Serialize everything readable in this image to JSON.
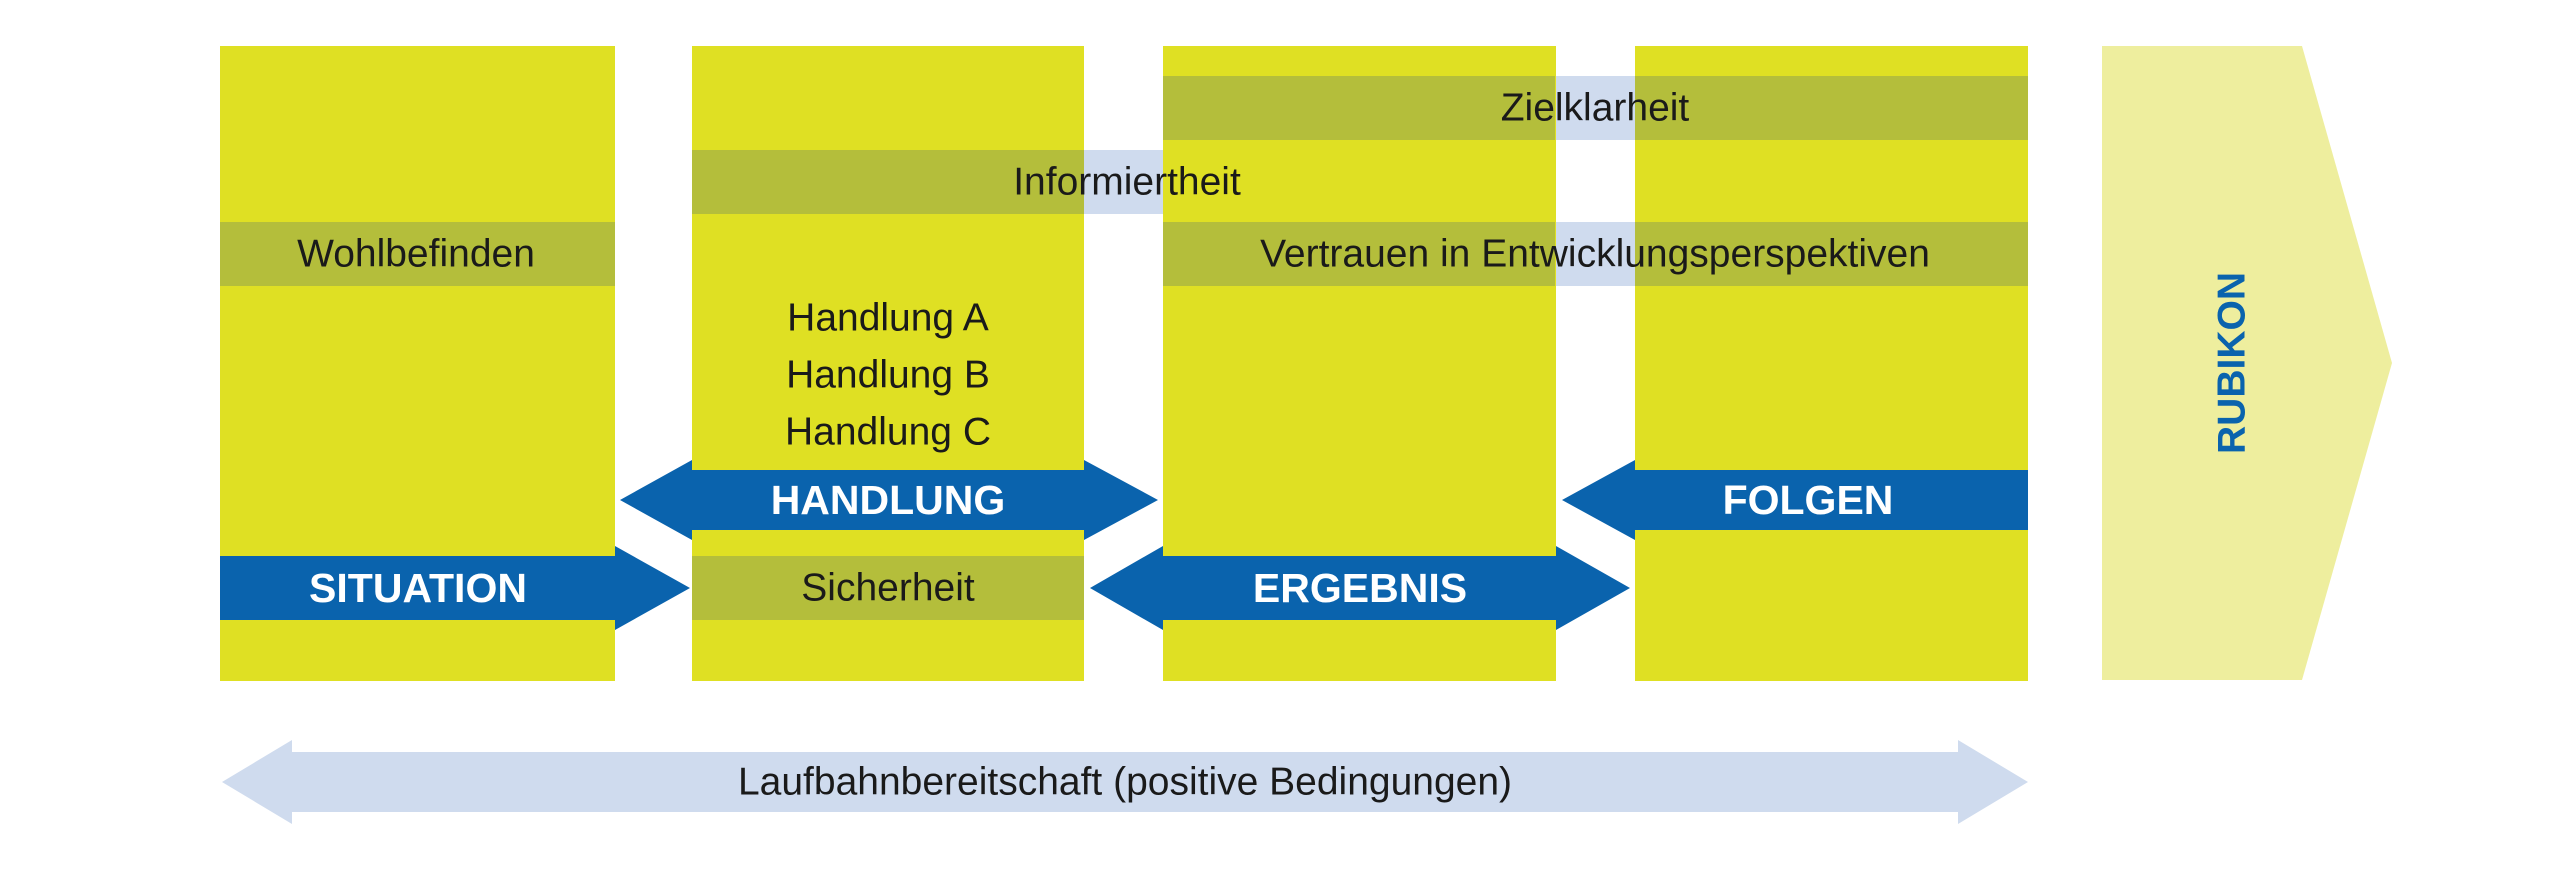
{
  "colors": {
    "column": "#dfe023",
    "band": "#b4be3b",
    "light_blue": "#cfdbee",
    "blue": "#0a63ad",
    "rubikon_fill": "#eeee9e"
  },
  "bands": {
    "zielklarheit": "Zielklarheit",
    "informiertheit": "Informiertheit",
    "wohlbefinden": "Wohlbefinden",
    "vertrauen": "Vertrauen in Entwicklungsperspektiven",
    "sicherheit": "Sicherheit"
  },
  "handlungen": [
    "Handlung A",
    "Handlung B",
    "Handlung C"
  ],
  "arrows": {
    "situation": "SITUATION",
    "handlung": "HANDLUNG",
    "ergebnis": "ERGEBNIS",
    "folgen": "FOLGEN"
  },
  "rubikon": "RUBIKON",
  "footer": "Laufbahnbereitschaft (positive Bedingungen)"
}
